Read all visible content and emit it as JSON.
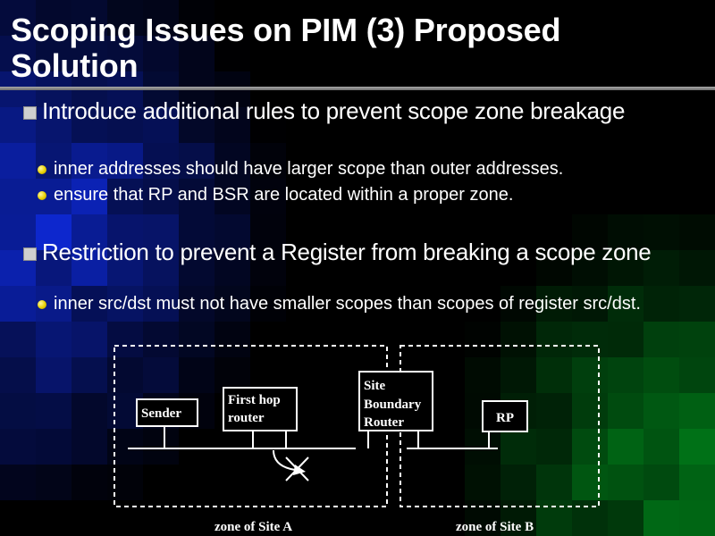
{
  "slide": {
    "title": "Scoping Issues on PIM (3) Proposed Solution",
    "bullets": [
      {
        "text": "Introduce additional rules to prevent scope zone breakage",
        "sub": [
          "inner addresses should have larger scope than outer addresses.",
          "ensure that RP and BSR are located within a proper zone."
        ]
      },
      {
        "text": "Restriction to prevent a Register from breaking a scope zone",
        "sub": [
          "inner src/dst must not have smaller scopes than scopes of register src/dst."
        ]
      }
    ]
  },
  "diagram": {
    "nodes": {
      "sender": "Sender",
      "first_hop_line1": "First hop",
      "first_hop_line2": "router",
      "boundary_line1": "Site",
      "boundary_line2": "Boundary",
      "boundary_line3": "Router",
      "rp": "RP"
    },
    "zones": {
      "site_a": "zone of Site A",
      "site_b": "zone of Site B"
    }
  },
  "colors": {
    "blue_glow": "#1030ff",
    "green_glow": "#00a020"
  }
}
